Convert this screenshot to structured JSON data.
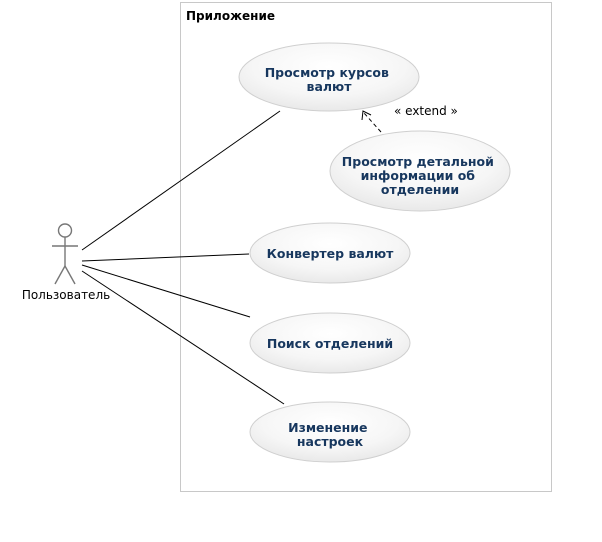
{
  "system": {
    "title": "Приложение"
  },
  "actor": {
    "name": "Пользователь"
  },
  "use_cases": [
    {
      "id": "view-rates",
      "lines": [
        "Просмотр курсов",
        "валют"
      ]
    },
    {
      "id": "view-branch-details",
      "lines": [
        "Просмотр детальной",
        "информации об",
        "отделении"
      ]
    },
    {
      "id": "currency-converter",
      "lines": [
        "Конвертер валют"
      ]
    },
    {
      "id": "branch-search",
      "lines": [
        "Поиск отделений"
      ]
    },
    {
      "id": "change-settings",
      "lines": [
        "Изменение",
        "настроек"
      ]
    }
  ],
  "relations": {
    "extend_label": "« extend »"
  },
  "colors": {
    "boundary": "#c8c8c8",
    "use_case_text": "#17375e",
    "use_case_stroke": "#cfcfcf",
    "line": "#000000",
    "actor": "#777777"
  }
}
